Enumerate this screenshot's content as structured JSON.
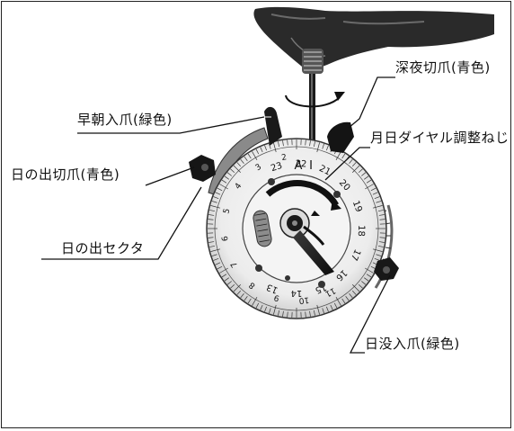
{
  "labels": {
    "early_morning_on_claw": "早朝入爪(緑色)",
    "late_night_off_claw": "深夜切爪(青色)",
    "month_day_dial_screw": "月日ダイヤル調整ねじ",
    "sunrise_off_claw": "日の出切爪(青色)",
    "sunrise_sector": "日の出セクタ",
    "sunset_on_claw": "日没入爪(緑色)"
  },
  "dial": {
    "inner_numbers": [
      "13",
      "14",
      "15",
      "16",
      "17",
      "18",
      "19",
      "20",
      "21",
      "22",
      "23"
    ],
    "outer_numbers": [
      "2",
      "3",
      "4",
      "5",
      "6",
      "7",
      "8",
      "9",
      "10",
      "11"
    ],
    "letters": [
      "A",
      "I"
    ]
  }
}
